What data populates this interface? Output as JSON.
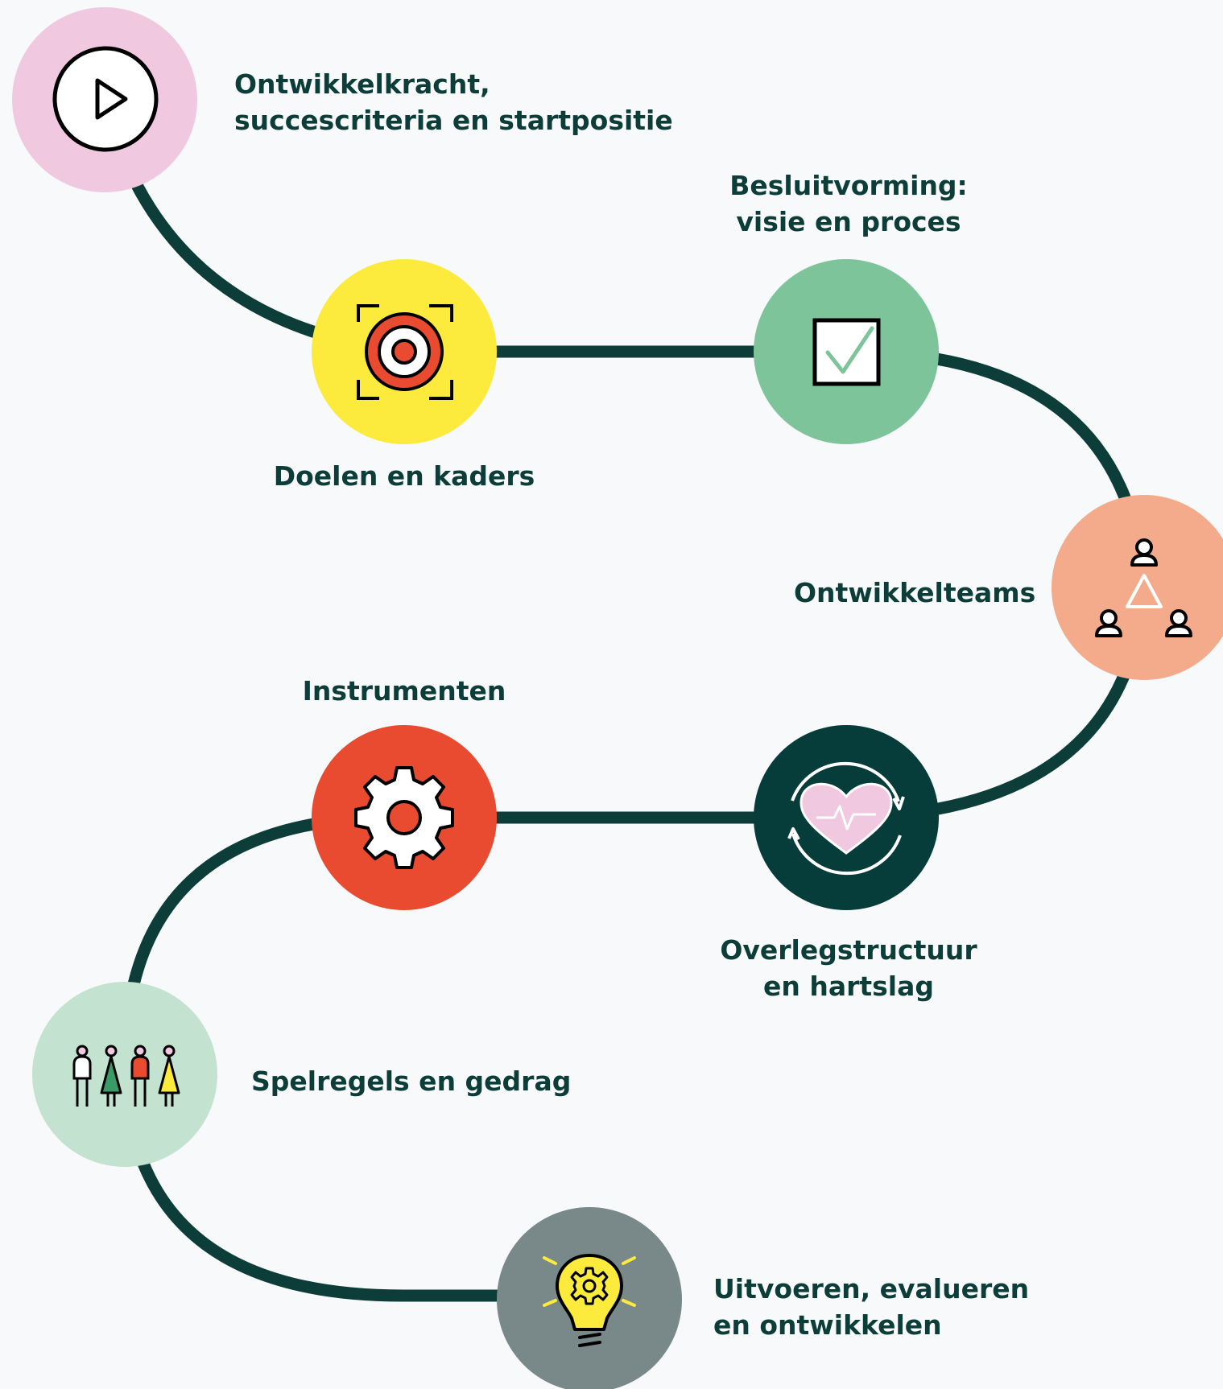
{
  "colors": {
    "background": "#f8f9fb",
    "path": "#0c3d38",
    "text": "#0c3d38"
  },
  "steps": [
    {
      "id": "start",
      "icon": "play-icon",
      "color": "#f0c8e0",
      "lines": [
        "Ontwikkelkracht,",
        "succescriteria en startpositie"
      ]
    },
    {
      "id": "goals",
      "icon": "target-icon",
      "color": "#fcea3c",
      "lines": [
        "Doelen en kaders"
      ]
    },
    {
      "id": "decision",
      "icon": "checkbox-icon",
      "color": "#7ec49a",
      "lines": [
        "Besluitvorming:",
        "visie en proces"
      ]
    },
    {
      "id": "teams",
      "icon": "team-triangle-icon",
      "color": "#f4ab8c",
      "lines": [
        "Ontwikkelteams"
      ]
    },
    {
      "id": "heartbeat",
      "icon": "heart-cycle-icon",
      "color": "#063d3a",
      "lines": [
        "Overlegstructuur",
        "en hartslag"
      ]
    },
    {
      "id": "instruments",
      "icon": "gear-icon",
      "color": "#e84b30",
      "lines": [
        "Instrumenten"
      ]
    },
    {
      "id": "rules",
      "icon": "people-icon",
      "color": "#c4e2d0",
      "lines": [
        "Spelregels en gedrag"
      ]
    },
    {
      "id": "execute",
      "icon": "lightbulb-icon",
      "color": "#798889",
      "lines": [
        "Uitvoeren, evalueren",
        "en ontwikkelen"
      ]
    }
  ]
}
